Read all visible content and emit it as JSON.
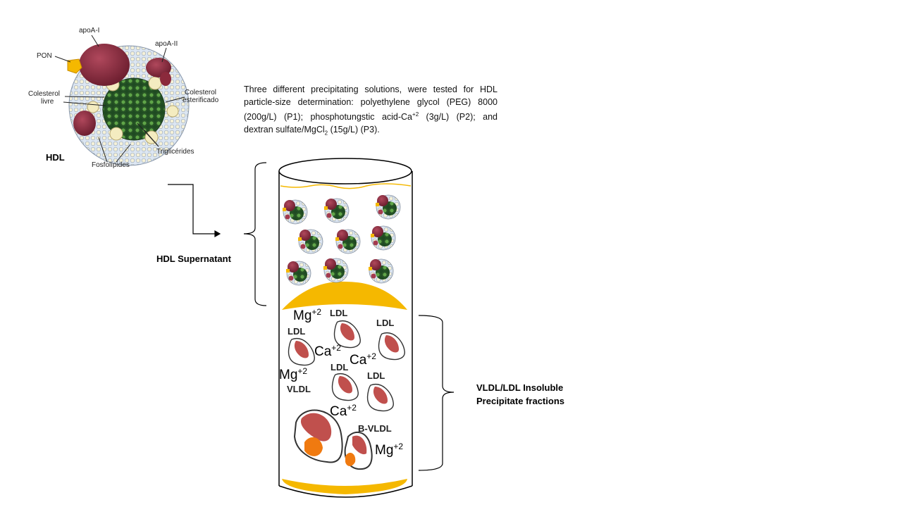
{
  "hdl_diagram": {
    "title": "HDL",
    "labels": {
      "apoa1": "apoA-I",
      "apoa2": "apoA-II",
      "pon": "PON",
      "colesterol_livre_1": "Colesterol",
      "colesterol_livre_2": "livre",
      "colesterol_est_1": "Colesterol",
      "colesterol_est_2": "esterificado",
      "triglicerides": "Triglicérides",
      "fosfolipides": "Fosfolípides"
    }
  },
  "description": {
    "line1": "Three different precipitating solutions, were tested for HDL particle-size determination: polyethylene glycol (PEG) 8000 (200g/L) (P1); phosphotungstic acid-Ca",
    "sup1": "+2",
    "line2": " (3g/L) (P2); and dextran sulfate/MgCl",
    "sub1": "2",
    "line3": " (15g/L) (P3)."
  },
  "supernatant_label": "HDL Supernatant",
  "precipitate_label_1": "VLDL/LDL Insoluble",
  "precipitate_label_2": "Precipitate fractions",
  "tube": {
    "particle_tags": {
      "ldl": "LDL",
      "vldl": "VLDL",
      "bvldl": "B-VLDL"
    },
    "ions": {
      "mg": "Mg",
      "ca": "Ca",
      "charge": "+2"
    }
  },
  "colors": {
    "apoa": "#8b2a3c",
    "core": "#2e6b2e",
    "shell": "#c9d6e8",
    "yellow": "#f5b800",
    "ldl_fill": "#c0504d",
    "vldl_core": "#f07a10"
  }
}
